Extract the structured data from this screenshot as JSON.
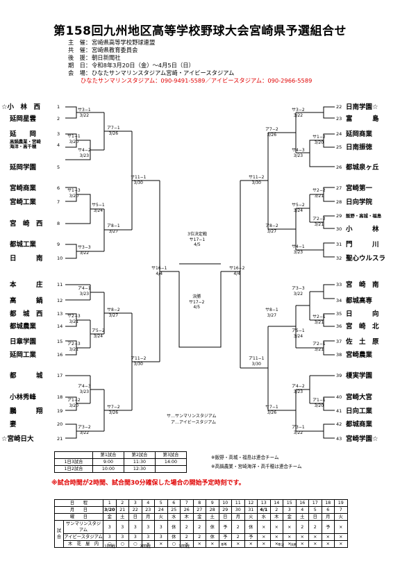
{
  "title": "第158回九州地区高等学校野球大会宮崎県予選組合せ",
  "info": [
    {
      "k": "主　催：",
      "v": "宮崎県高等学校野球連盟"
    },
    {
      "k": "共　催：",
      "v": "宮崎県教育委員会"
    },
    {
      "k": "後　援：",
      "v": "朝日新聞社"
    },
    {
      "k": "期　日：",
      "v": "令和8年3月20日（金）〜4月5日（日）"
    },
    {
      "k": "会　場：",
      "v": "ひなたサンマリンスタジアム宮崎・アイビースタジアム"
    }
  ],
  "phone_line": "ひなたサンマリンスタジアム：090-9491-5589／アイビースタジアム：090-2966-5589",
  "left_teams": [
    {
      "n": "1",
      "name": "☆小　林　西"
    },
    {
      "n": "2",
      "name": "延岡星雲"
    },
    {
      "n": "3",
      "name": "延　　岡"
    },
    {
      "n": "4",
      "name": "高鍋農業・宮崎\n海洋・高千穂"
    },
    {
      "n": "5",
      "name": "延岡学園"
    },
    {
      "n": "6",
      "name": "宮崎商業"
    },
    {
      "n": "7",
      "name": "宮崎工業"
    },
    {
      "n": "8",
      "name": "宮　崎　西"
    },
    {
      "n": "9",
      "name": "都城工業"
    },
    {
      "n": "10",
      "name": "日　　　南"
    },
    {
      "n": "11",
      "name": "本　　　庄"
    },
    {
      "n": "12",
      "name": "高　　　鍋"
    },
    {
      "n": "13",
      "name": "都　城　西"
    },
    {
      "n": "14",
      "name": "都城農業"
    },
    {
      "n": "15",
      "name": "日章学園"
    },
    {
      "n": "16",
      "name": "延岡工業"
    },
    {
      "n": "17",
      "name": "都　　　城"
    },
    {
      "n": "18",
      "name": "小林秀峰"
    },
    {
      "n": "19",
      "name": "鵬　　　翔"
    },
    {
      "n": "20",
      "name": "妻"
    },
    {
      "n": "21",
      "name": "☆宮崎日大"
    }
  ],
  "right_teams": [
    {
      "n": "22",
      "name": "日南学園☆"
    },
    {
      "n": "23",
      "name": "富　　　島"
    },
    {
      "n": "24",
      "name": "延岡商業"
    },
    {
      "n": "25",
      "name": "日南振徳"
    },
    {
      "n": "26",
      "name": "都城泉ヶ丘"
    },
    {
      "n": "27",
      "name": "宮崎第一"
    },
    {
      "n": "28",
      "name": "日向学院"
    },
    {
      "n": "29",
      "name": "飯野・高城・福島"
    },
    {
      "n": "30",
      "name": "小　　　林"
    },
    {
      "n": "31",
      "name": "門　　　川"
    },
    {
      "n": "32",
      "name": "聖心ウルスラ"
    },
    {
      "n": "33",
      "name": "宮　崎　南"
    },
    {
      "n": "34",
      "name": "都城高専"
    },
    {
      "n": "35",
      "name": "日　　　向"
    },
    {
      "n": "36",
      "name": "宮　崎　北"
    },
    {
      "n": "37",
      "name": "佐　土　原"
    },
    {
      "n": "38",
      "name": "宮崎農業"
    },
    {
      "n": "39",
      "name": "榎実学園"
    },
    {
      "n": "40",
      "name": "宮崎大宮"
    },
    {
      "n": "41",
      "name": "日向工業"
    },
    {
      "n": "42",
      "name": "都城商業"
    },
    {
      "n": "43",
      "name": "宮崎学園☆"
    }
  ],
  "match_labels": {
    "l_s3_1": "サ3−1\n3/22",
    "l_s1_1": "サ1−1\n3/20",
    "l_s4_2": "サ4−2\n3/23",
    "l_a7_1": "ア7−1\n3/26",
    "l_s1_3": "サ1−3\n3/20",
    "l_s5_1": "サ5−1\n3/24",
    "l_s3_3": "サ3−3\n3/22",
    "l_a8_1": "ア8−1\n3/27",
    "l_s11_1": "サ11−1\n3/30",
    "l_a4_1": "ア4−1\n3/23",
    "l_s2_3": "サ2−3\n3/21",
    "l_a2_3": "ア2−3\n3/21",
    "l_a5_2": "ア5−2\n3/24",
    "l_s8_2": "サ8−2\n3/27",
    "l_a4_3": "ア4−3\n3/23",
    "l_a1_2": "ア1−2\n3/20",
    "l_a3_2": "ア3−2\n3/22",
    "l_s7_2": "サ7−2\n3/26",
    "l_a11_2": "ア11−2\n3/30",
    "l_s16_1": "サ16−1\n4/4",
    "r_s3_2": "サ3−2\n3/22",
    "r_s1_2": "サ1−2\n3/20",
    "r_s4_3": "サ4−3\n3/23",
    "r_a7_2": "ア7−2\n3/26",
    "r_s2_2": "サ2−2\n3/21",
    "r_a2_2": "ア2−2\n3/21",
    "r_s5_2": "サ5−2\n3/24",
    "r_s4_1": "サ4−1\n3/23",
    "r_a8_2": "ア8−2\n3/27",
    "r_s11_2": "サ11−2\n3/30",
    "r_a3_3": "ア3−3\n3/22",
    "r_s2_1": "サ2−1\n3/21",
    "r_a2_1": "ア2−1\n3/21",
    "r_a5_1": "ア5−1\n3/24",
    "r_s8_1": "サ8−1\n3/27",
    "r_a4_2": "ア4−2\n3/23",
    "r_a1_1": "ア1−1\n3/20",
    "r_a3_1": "ア3−1\n3/22",
    "r_s7_1": "サ7−1\n3/26",
    "r_a11_1": "ア11−1\n3/30",
    "r_s16_2": "サ16−2\n4/4",
    "third": "3位決定戦\nサ17−1\n4/5",
    "final": "決勝\nサ17−2\n4/5"
  },
  "legend": [
    "サ…サンマリンスタジアム",
    "ア…アイビースタジアム"
  ],
  "schedule": {
    "head": [
      "",
      "第1試合",
      "第2試合",
      "第3試合"
    ],
    "rows": [
      [
        "1日3試合",
        "9:00",
        "11:30",
        "14:00"
      ],
      [
        "1日2試合",
        "10:00",
        "12:30",
        ""
      ]
    ]
  },
  "notes": [
    "※飯野・高城・福島は連合チーム",
    "※高鍋農業・宮崎海洋・高千穂は連合チーム"
  ],
  "warning": "※試合時間が2時間、試合間30分確保した場合の開始予定時刻です。",
  "calendar": {
    "day_label": "日　　程",
    "date_label": "月　　日",
    "week_label": "曜　　日",
    "days": [
      "1",
      "2",
      "3",
      "4",
      "5",
      "6",
      "7",
      "8",
      "9",
      "10",
      "11",
      "12",
      "13",
      "14",
      "15",
      "16",
      "17",
      "18",
      "19"
    ],
    "dates": [
      "3/20",
      "21",
      "22",
      "23",
      "24",
      "25",
      "26",
      "27",
      "28",
      "29",
      "30",
      "31",
      "4/1",
      "2",
      "3",
      "4",
      "5",
      "6",
      "7"
    ],
    "weeks": [
      "金",
      "土",
      "日",
      "月",
      "火",
      "水",
      "木",
      "金",
      "土",
      "日",
      "月",
      "火",
      "水",
      "木",
      "金",
      "土",
      "日",
      "月",
      "火"
    ],
    "group_label": "試合",
    "rows": [
      {
        "label": "サンマリンスタジアム",
        "cells": [
          "3",
          "3",
          "3",
          "3",
          "3",
          "休",
          "2",
          "2",
          "休",
          "予",
          "2",
          "休",
          "×",
          "×",
          "×",
          "2",
          "2",
          "予",
          "×"
        ]
      },
      {
        "label": "アイビースタジアム",
        "cells": [
          "3",
          "3",
          "3",
          "3",
          "3",
          "休",
          "2",
          "2",
          "休",
          "予",
          "2",
          "予",
          "×",
          "×",
          "×",
          "×",
          "×",
          "×",
          "×"
        ]
      },
      {
        "label": "木　花　屋　内",
        "cells": [
          "○",
          "○",
          "○",
          "×",
          "×",
          "○",
          "×",
          "×",
          "×",
          "×",
          "×",
          "×",
          "×",
          "×",
          "×",
          "×",
          "×",
          "×",
          "×"
        ]
      }
    ],
    "rounds": [
      "1回戦",
      "2回戦",
      "3回戦",
      "準々",
      "準決",
      "決勝"
    ]
  }
}
